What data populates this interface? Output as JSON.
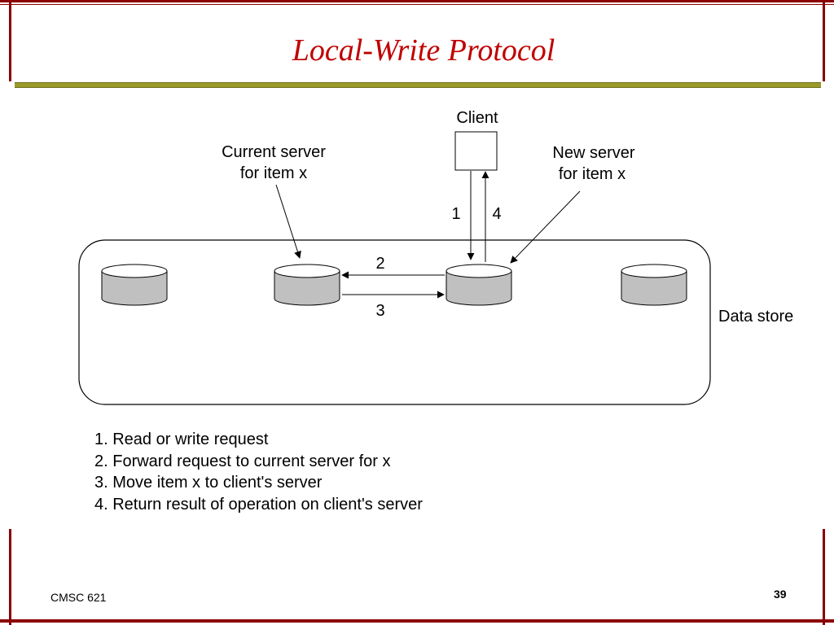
{
  "slide": {
    "title": "Local-Write Protocol",
    "footer": "CMSC 621",
    "page_number": "39",
    "colors": {
      "frame": "#8b0000",
      "title": "#c00000",
      "rule": "#9a9a2a",
      "disk_fill": "#c0c0c0"
    }
  },
  "diagram": {
    "client_label": "Client",
    "current_server_label": [
      "Current server",
      "for item x"
    ],
    "new_server_label": [
      "New server",
      "for item x"
    ],
    "data_store_label": "Data store",
    "arrow_labels": {
      "a1": "1",
      "a4": "4",
      "a2": "2",
      "a3": "3"
    }
  },
  "steps": [
    "1. Read or write request",
    "2. Forward request to current server for x",
    "3. Move item x to client's server",
    "4. Return result of operation on client's server"
  ]
}
